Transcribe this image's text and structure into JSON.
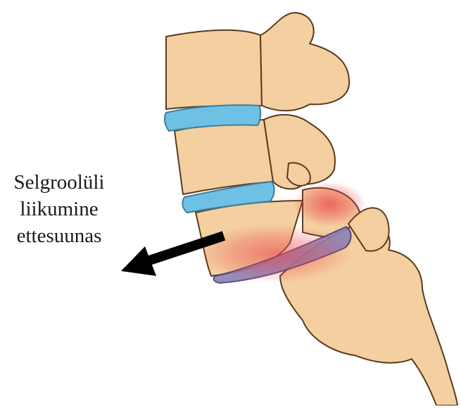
{
  "caption": {
    "lines": [
      "Selgroolüli",
      "liikumine",
      "ettesuunas"
    ]
  },
  "colors": {
    "bone_fill": "#F4CFA0",
    "bone_stroke": "#5A3A1E",
    "disc_healthy": "#6EC1E4",
    "disc_damaged": "#8A82B8",
    "inflammation": "#E8454A",
    "arrow": "#000000"
  },
  "icons": {
    "arrow": "arrow-left-down-icon"
  }
}
